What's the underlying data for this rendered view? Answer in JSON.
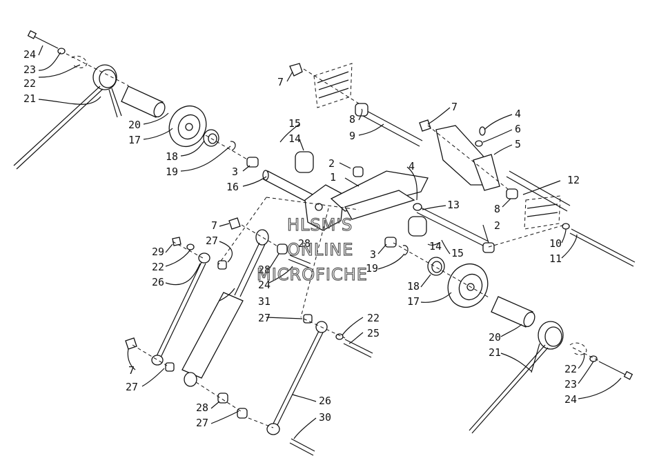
{
  "watermark": {
    "line1": "HLSM'S",
    "line2": "ONLINE",
    "line3": "MICROFICHE"
  },
  "callouts": {
    "c24a": "24",
    "c23a": "23",
    "c22a": "22",
    "c21a": "21",
    "c20a": "20",
    "c17a": "17",
    "c18a": "18",
    "c19a": "19",
    "c3a": "3",
    "c16": "16",
    "c15a": "15",
    "c14a": "14",
    "c7a": "7",
    "c8a": "8",
    "c9": "9",
    "c7b": "7",
    "c4a": "4",
    "c6": "6",
    "c5": "5",
    "c2a": "2",
    "c1": "1",
    "c4b": "4",
    "c13": "13",
    "c12": "12",
    "c8b": "8",
    "c2b": "2",
    "c10": "10",
    "c11": "11",
    "c7c": "7",
    "c27a": "27",
    "c29": "29",
    "c22b": "22",
    "c26a": "26",
    "c28a": "28",
    "c28b": "28",
    "c24b": "24",
    "c31": "31",
    "c3b": "3",
    "c19b": "19",
    "c14b": "14",
    "c15b": "15",
    "c18b": "18",
    "c17b": "17",
    "c27b": "27",
    "c22c": "22",
    "c25": "25",
    "c20b": "20",
    "c21b": "21",
    "c22d": "22",
    "c23b": "23",
    "c24c": "24",
    "c7d": "7",
    "c27c": "27",
    "c28c": "28",
    "c27d": "27",
    "c26b": "26",
    "c30": "30"
  }
}
